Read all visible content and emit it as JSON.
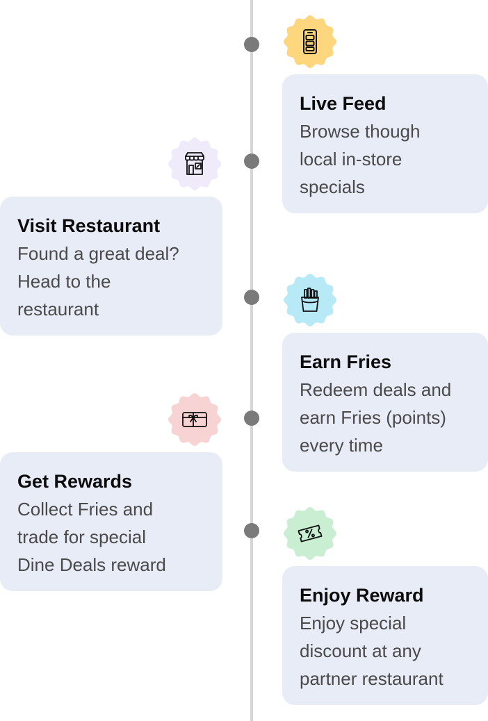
{
  "steps": [
    {
      "title": "Live Feed",
      "description": "Browse though\nlocal in-store\nspecials",
      "icon": "phone-icon",
      "badge_color": "#fdd67e"
    },
    {
      "title": "Visit Restaurant",
      "description": "Found a great deal?\nHead to the\nrestaurant",
      "icon": "store-icon",
      "badge_color": "#efebfb"
    },
    {
      "title": "Earn Fries",
      "description": "Redeem deals and\nearn Fries (points)\nevery time",
      "icon": "fries-icon",
      "badge_color": "#b7eaf6"
    },
    {
      "title": "Get Rewards",
      "description": "Collect Fries and\ntrade for special\nDine Deals reward",
      "icon": "gift-card-icon",
      "badge_color": "#f7d3d3"
    },
    {
      "title": "Enjoy Reward",
      "description": "Enjoy special\ndiscount at any\npartner restaurant",
      "icon": "coupon-icon",
      "badge_color": "#c9eed2"
    }
  ]
}
